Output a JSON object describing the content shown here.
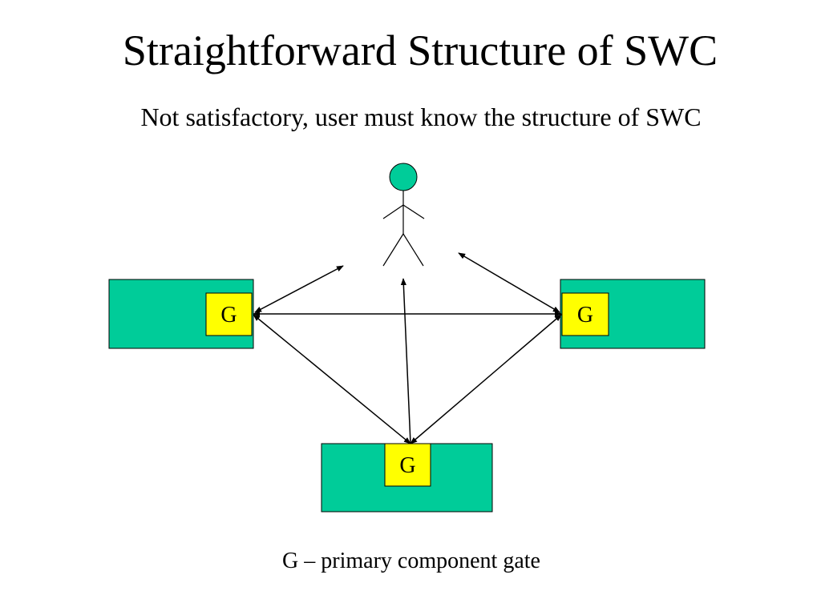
{
  "slide": {
    "title": "Straightforward Structure of SWC",
    "subtitle": "Not satisfactory, user must know the structure of SWC",
    "caption": "G – primary component gate"
  },
  "diagram": {
    "actor": "user",
    "components": [
      {
        "id": "left",
        "gate_label": "G"
      },
      {
        "id": "right",
        "gate_label": "G"
      },
      {
        "id": "bottom",
        "gate_label": "G"
      }
    ],
    "colors": {
      "component_fill": "#00CC99",
      "gate_fill": "#FFFF00",
      "actor_head_fill": "#00CC99",
      "line": "#000000"
    }
  }
}
